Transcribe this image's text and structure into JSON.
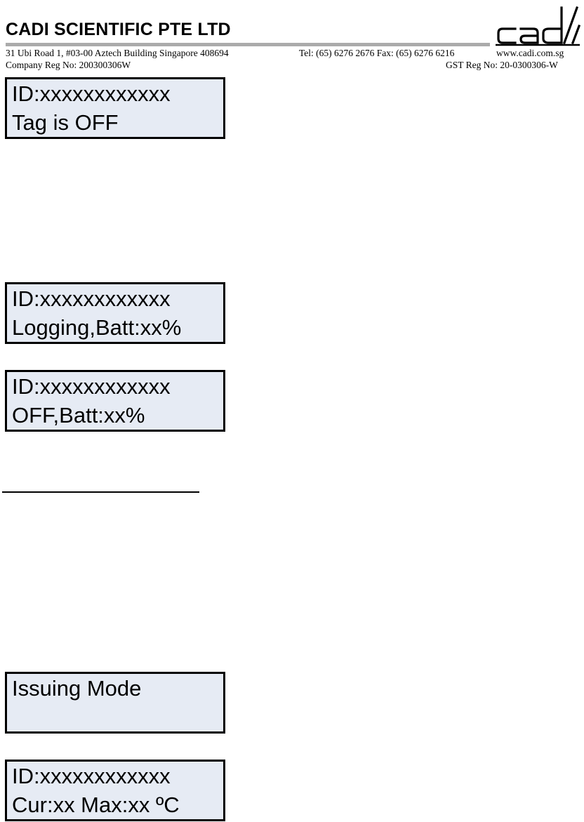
{
  "header": {
    "company_name": "CADI SCIENTIFIC PTE LTD",
    "address": "31 Ubi Road 1, #03-00 Aztech Building Singapore 408694",
    "phone_fax": "Tel: (65) 6276 2676  Fax: (65) 6276 6216",
    "website": "www.cadi.com.sg",
    "company_reg": "Company Reg No: 200300306W",
    "gst_reg": "GST Reg No: 20-0300306-W",
    "logo_text": "cadi"
  },
  "displays": [
    {
      "line1": "ID:xxxxxxxxxxxx",
      "line2": "Tag is OFF"
    },
    {
      "line1": "ID:xxxxxxxxxxxx",
      "line2": "Logging,Batt:xx%"
    },
    {
      "line1": "ID:xxxxxxxxxxxx",
      "line2": "OFF,Batt:xx%"
    },
    {
      "line1": "Issuing Mode",
      "line2": ""
    },
    {
      "line1": "ID:xxxxxxxxxxxx",
      "line2": "Cur:xx Max:xx ºC"
    }
  ],
  "colors": {
    "lcd_background": "#e6ebf4",
    "header_rule": "#ababab"
  }
}
